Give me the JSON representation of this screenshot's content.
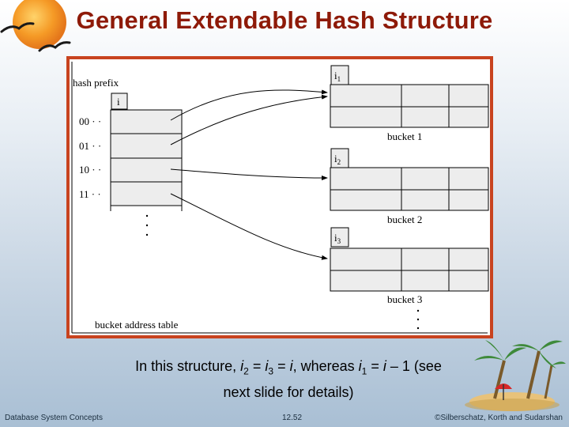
{
  "slide": {
    "title": "General Extendable Hash Structure"
  },
  "figure": {
    "hash_prefix_label": "hash prefix",
    "prefix_depth_label": "i",
    "table_entries": [
      "00 · ·",
      "01 · ·",
      "10 · ·",
      "11 · ·"
    ],
    "table_label": "bucket address table",
    "buckets": [
      {
        "depth_base": "i",
        "depth_sub": "1",
        "label": "bucket 1"
      },
      {
        "depth_base": "i",
        "depth_sub": "2",
        "label": "bucket 2"
      },
      {
        "depth_base": "i",
        "depth_sub": "3",
        "label": "bucket 3"
      }
    ],
    "table_ellipsis": "·\n·\n·",
    "bucket_ellipsis": "·\n·\n·"
  },
  "caption": {
    "part1": "In this structure, ",
    "i": "i",
    "sub2": "2",
    "eq1": " = ",
    "sub3": "3",
    "eq2": " = ",
    "whereas": ", whereas ",
    "sub1": "1",
    "eq3": " = ",
    "tail": " – 1 (see",
    "line2": "next slide for details)"
  },
  "footer": {
    "left": "Database System Concepts",
    "mid": "12.52",
    "right": "©Silberschatz, Korth and Sudarshan"
  },
  "colors": {
    "title": "#8e1a08",
    "frame": "#c8431f",
    "cell_fill": "#ededed",
    "sun": "#f08c1e"
  }
}
